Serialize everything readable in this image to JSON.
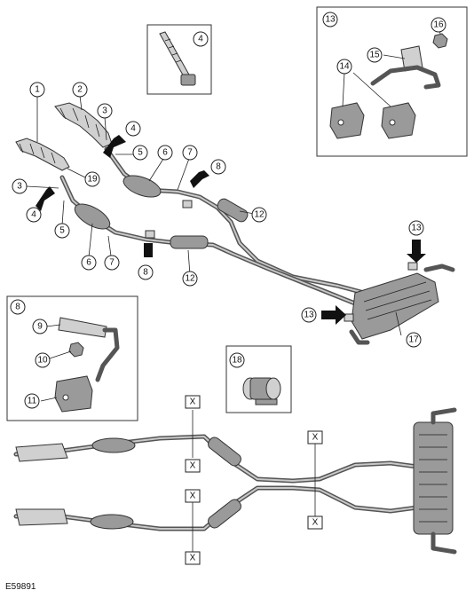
{
  "figure_id": "E59891",
  "callouts": {
    "c1": "1",
    "c2": "2",
    "c3a": "3",
    "c3b": "3",
    "c4a": "4",
    "c4b": "4",
    "c4c": "4",
    "c5a": "5",
    "c5b": "5",
    "c6a": "6",
    "c6b": "6",
    "c7a": "7",
    "c7b": "7",
    "c8a": "8",
    "c8b": "8",
    "c8c": "8",
    "c9": "9",
    "c10": "10",
    "c11": "11",
    "c12a": "12",
    "c12b": "12",
    "c13a": "13",
    "c13b": "13",
    "c13c": "13",
    "c14": "14",
    "c15": "15",
    "c16": "16",
    "c17": "17",
    "c18": "18",
    "c19": "19"
  },
  "section_markers": {
    "x1": "X",
    "x2": "X",
    "x3": "X",
    "x4": "X",
    "x5": "X",
    "x6": "X"
  },
  "colors": {
    "pipe": "#555555",
    "component": "#9a9a9a",
    "outline": "#333333",
    "arrow": "#111111"
  }
}
